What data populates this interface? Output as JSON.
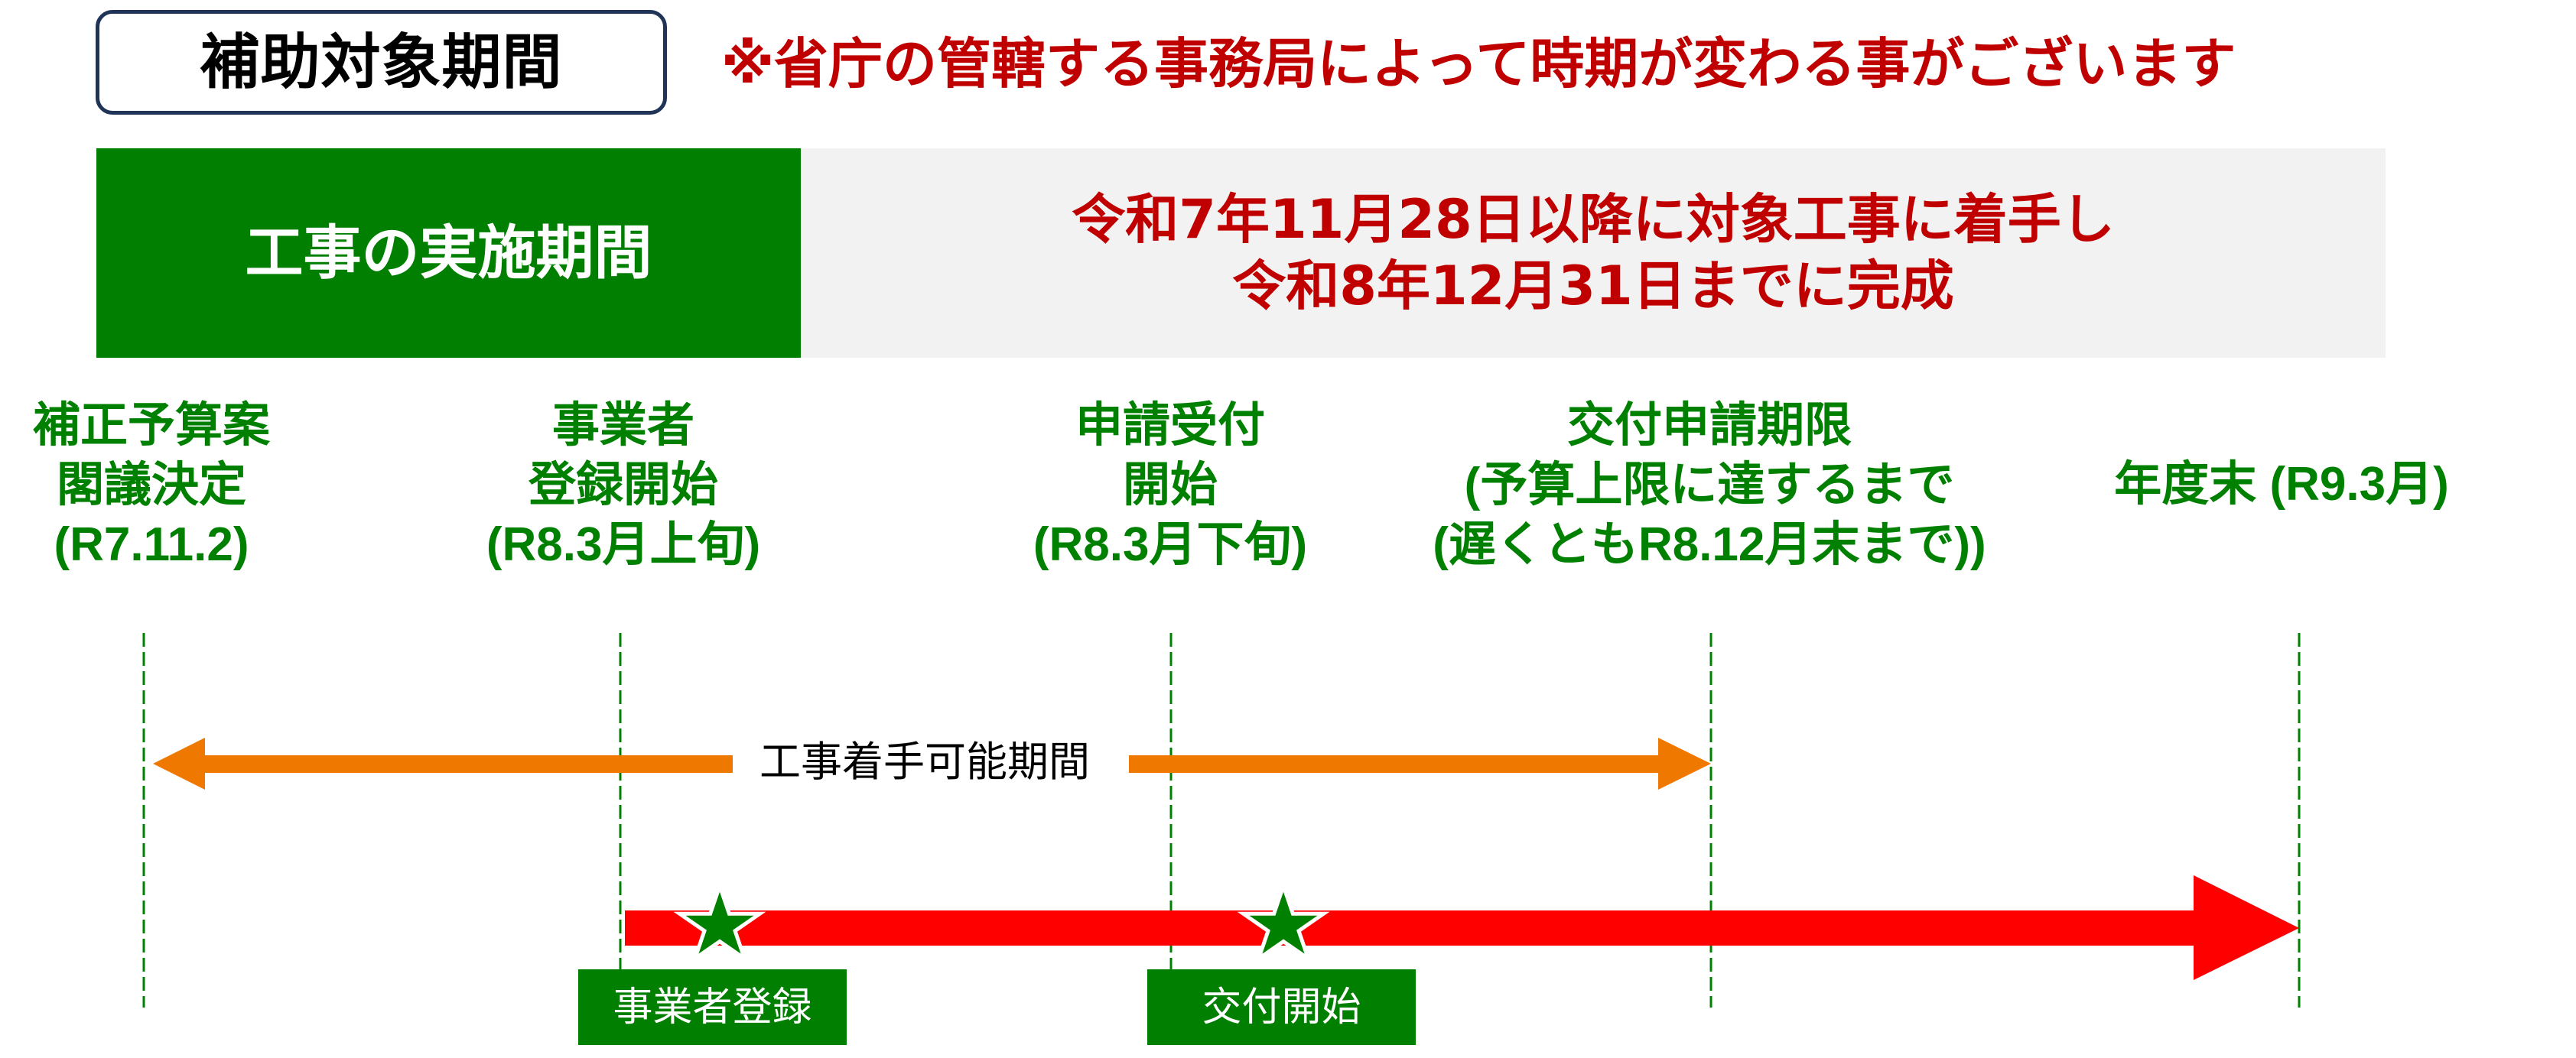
{
  "header": {
    "title": "補助対象期間",
    "note": "※省庁の管轄する事務局によって時期が変わる事がございます"
  },
  "period_banner": {
    "label": "工事の実施期間",
    "lines": [
      "令和7年11月28日以降に対象工事に着手し",
      "令和8年12月31日までに完成"
    ]
  },
  "milestones": [
    {
      "id": "budget-decision",
      "lines": [
        "補正予算案",
        "閣議決定",
        "(R7.11.2)"
      ]
    },
    {
      "id": "registration-start",
      "lines": [
        "事業者",
        "登録開始",
        "(R8.3月上旬)"
      ]
    },
    {
      "id": "application-start",
      "lines": [
        "申請受付",
        "開始",
        "(R8.3月下旬)"
      ]
    },
    {
      "id": "application-deadline",
      "lines": [
        "交付申請期限",
        "(予算上限に達するまで",
        "(遅くともR8.12月末まで))"
      ]
    },
    {
      "id": "fiscal-year-end",
      "lines": [
        "年度末 (R9.3月)"
      ]
    }
  ],
  "timeline": {
    "construction_window_label": "工事着手可能期間",
    "events": [
      {
        "label": "事業者登録",
        "icon": "star-icon"
      },
      {
        "label": "交付開始",
        "icon": "star-icon"
      }
    ]
  },
  "colors": {
    "title_border": "#1f3456",
    "note_red": "#c00000",
    "banner_green": "#007f00",
    "banner_gray": "#f2f2f2",
    "milestone_green": "#008000",
    "construction_window_orange": "#ee7800",
    "timeline_red": "#ff0000",
    "star_green": "#008000"
  }
}
